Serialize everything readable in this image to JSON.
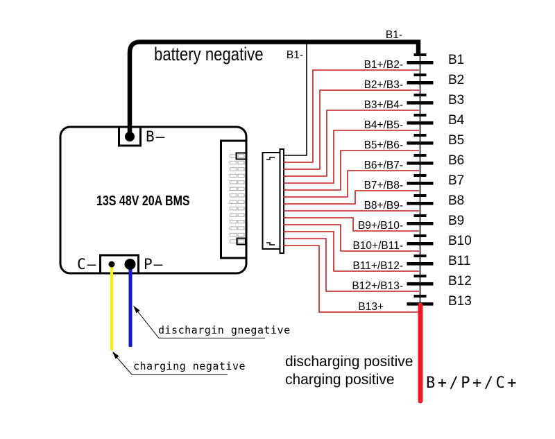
{
  "diagram_title": "13S 48V 20A BMS",
  "bms": {
    "model_label": "13S 48V 20A BMS",
    "b_minus_label": "B—",
    "c_minus_label": "C—",
    "p_minus_label": "P—"
  },
  "wire_labels": {
    "battery_negative": "battery negative",
    "b1_minus_top": "B1-",
    "b1_minus_branch": "B1-",
    "discharging_negative": "dischargin gnegative",
    "charging_negative": "charging negative",
    "discharging_positive": "discharging positive",
    "charging_positive": "charging positive",
    "combined_positive": "B+/P+/C+"
  },
  "cells": [
    "B1",
    "B2",
    "B3",
    "B4",
    "B5",
    "B6",
    "B7",
    "B8",
    "B9",
    "B10",
    "B11",
    "B12",
    "B13"
  ],
  "sense_wires": [
    "B1+/B2-",
    "B2+/B3-",
    "B3+/B4-",
    "B4+/B5-",
    "B5+/B6-",
    "B6+/B7-",
    "B7+/B8-",
    "B8+/B9-",
    "B9+/B10-",
    "B10+/B11-",
    "B11+/B12-",
    "B12+/B13-",
    "B13+"
  ],
  "counts": {
    "cells": 13,
    "balance_pins": 14
  },
  "colors": {
    "sense_wire": "#c01f1f",
    "power_positive": "#ed1c24",
    "charge_negative": "#ffee00",
    "discharge_negative": "#1717cf",
    "battery_negative": "#000000"
  }
}
